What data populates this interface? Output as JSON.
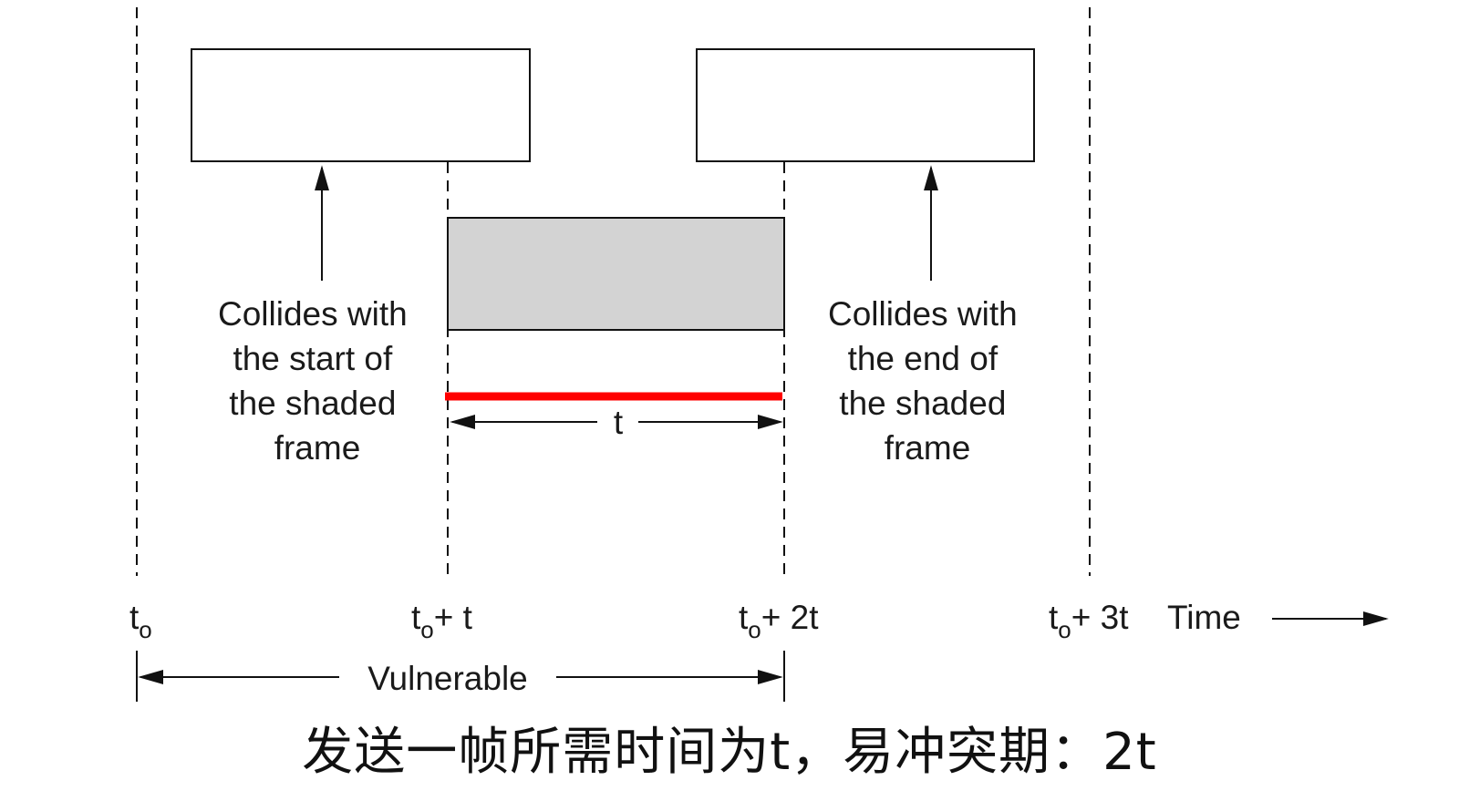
{
  "left_callout": [
    "Collides with",
    "the start of",
    "the shaded",
    "frame"
  ],
  "right_callout": [
    "Collides with",
    "the end of",
    "the shaded",
    "frame"
  ],
  "duration_label": "t",
  "time_ticks": [
    {
      "base": "t",
      "sub": "o",
      "suffix": ""
    },
    {
      "base": "t",
      "sub": "o",
      "suffix": "+ t"
    },
    {
      "base": "t",
      "sub": "o",
      "suffix": "+ 2t"
    },
    {
      "base": "t",
      "sub": "o",
      "suffix": "+ 3t"
    }
  ],
  "time_axis_label": "Time",
  "vulnerable_label": "Vulnerable",
  "caption": "发送一帧所需时间为t，易冲突期：2t",
  "colors": {
    "shaded_frame": "#d3d3d3",
    "vulnerable_bar": "#ff0000"
  }
}
